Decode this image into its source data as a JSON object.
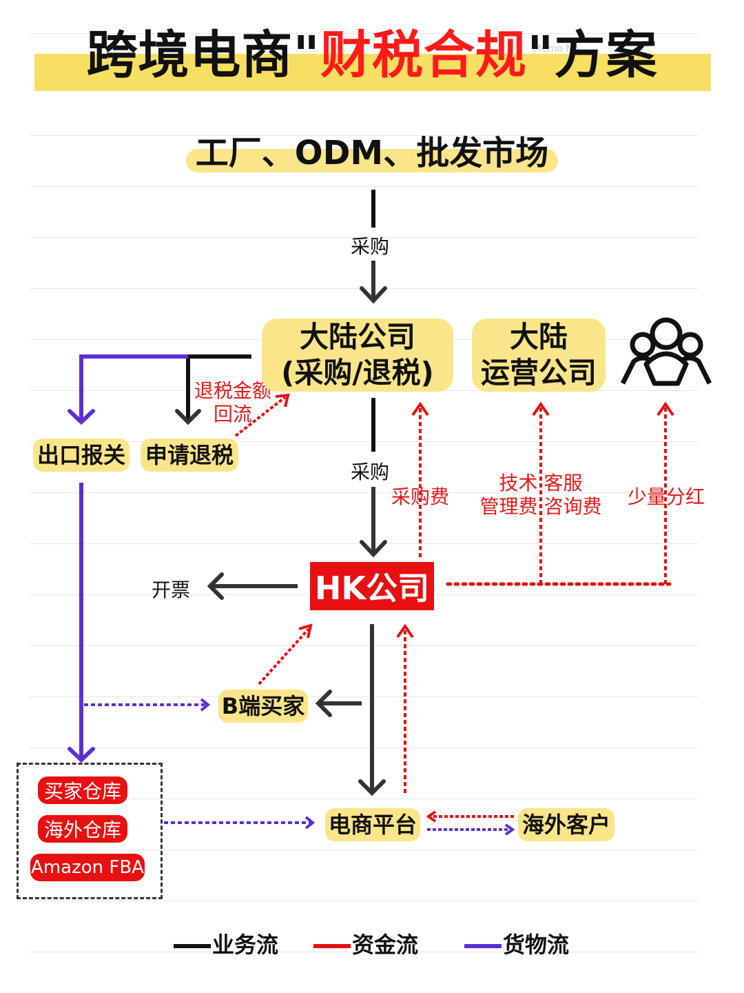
{
  "title": {
    "part1": "跨境电商\"",
    "highlight": "财税合规",
    "part2": "\"方案",
    "memo": "Memo No."
  },
  "source": "工厂、ODM、批发市场",
  "nodes": {
    "mainland_company": "大陆公司\n(采购/退税)",
    "mainland_ops": "大陆\n运营公司",
    "shareholders_icon": "people-group-icon",
    "export_declaration": "出口报关",
    "tax_refund_apply": "申请退税",
    "hk_company": "HK公司",
    "b2b_buyer": "B端买家",
    "ecommerce_platform": "电商平台",
    "overseas_customer": "海外客户",
    "warehouses": [
      "买家仓库",
      "海外仓库",
      "Amazon FBA"
    ]
  },
  "labels": {
    "purchase_top": "采购",
    "purchase_mid": "采购",
    "tax_refund_return": "退税金额\n回流",
    "invoice": "开票",
    "purchase_fee": "采购费",
    "tech_fees": "技术 客服\n管理费 咨询费",
    "dividend": "少量分红"
  },
  "legend": [
    {
      "label": "业务流",
      "color": "#111111"
    },
    {
      "label": "资金流",
      "color": "#e81010"
    },
    {
      "label": "货物流",
      "color": "#5b2fd6"
    }
  ],
  "colors": {
    "business_flow": "#111111",
    "funds_flow": "#e81010",
    "goods_flow": "#5b2fd6",
    "box_yellow": "#fbe58a",
    "title_band": "#f6df63"
  }
}
